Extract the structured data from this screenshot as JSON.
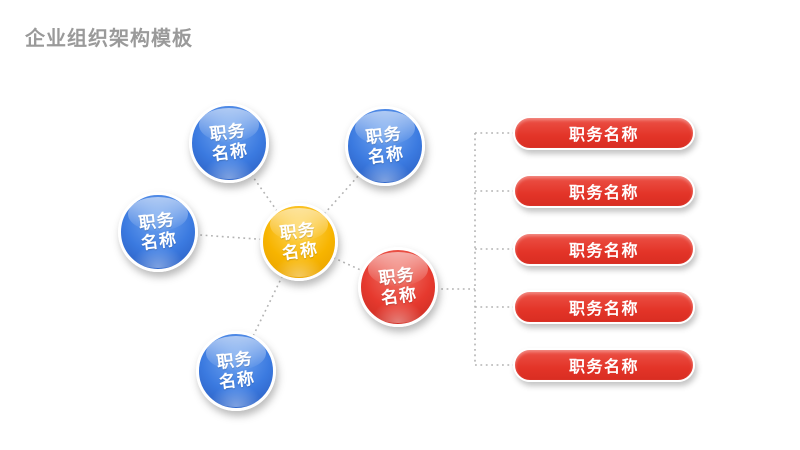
{
  "title": "企业组织架构模板",
  "colors": {
    "title_gray": "#9a9a9a",
    "node_blue": "#3b7ae0",
    "node_yellow": "#f7b400",
    "node_red": "#e6392e",
    "pill_red": "#e43d32",
    "connector_gray": "#b3b3b3",
    "label_white": "#ffffff"
  },
  "hub": {
    "label": "职务\n名称",
    "color": "yellow"
  },
  "satellites": [
    {
      "id": "top-left",
      "color": "blue",
      "label": "职务\n名称"
    },
    {
      "id": "top-middle",
      "color": "blue",
      "label": "职务\n名称"
    },
    {
      "id": "left",
      "color": "blue",
      "label": "职务\n名称"
    },
    {
      "id": "bottom-left",
      "color": "blue",
      "label": "职务\n名称"
    },
    {
      "id": "right",
      "color": "red",
      "label": "职务\n名称"
    }
  ],
  "list_items": [
    {
      "label": "职务名称"
    },
    {
      "label": "职务名称"
    },
    {
      "label": "职务名称"
    },
    {
      "label": "职务名称"
    },
    {
      "label": "职务名称"
    }
  ]
}
